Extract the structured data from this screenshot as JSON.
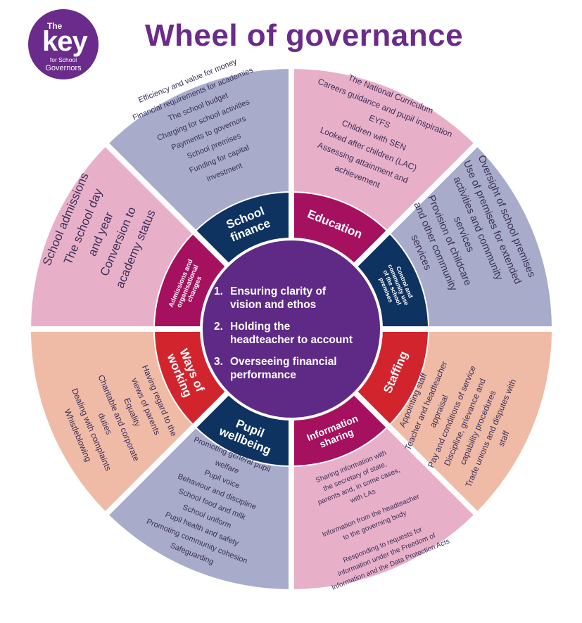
{
  "title": "Wheel of governance",
  "logo": {
    "the": "The",
    "key": "key",
    "line1": "for School",
    "line2": "Governors"
  },
  "center": {
    "items": [
      {
        "num": "1.",
        "lines": [
          "Ensuring clarity of",
          "vision and ethos"
        ]
      },
      {
        "num": "2.",
        "lines": [
          "Holding the",
          "headteacher to account"
        ]
      },
      {
        "num": "3.",
        "lines": [
          "Overseeing financial",
          "performance"
        ]
      }
    ]
  },
  "segments": [
    {
      "key": "school-finance",
      "label": [
        "School",
        "finance"
      ],
      "items": [
        "Efficiency and value for money",
        "Financial requirements for academies",
        "The school budget",
        "Charging for school activities",
        "Payments to governors",
        "School premises",
        "Funding for capital",
        "investment"
      ]
    },
    {
      "key": "education",
      "label": [
        "Education"
      ],
      "items": [
        "The National Curriculum",
        "Careers guidance and pupil inspiration",
        "EYFS",
        "Children with SEN",
        "Looked after children (LAC)",
        "Assessing attainment and",
        "achievement"
      ]
    },
    {
      "key": "control-community",
      "label": [
        "Control and",
        "community use",
        "of the school",
        "premises"
      ],
      "items": [
        "Oversight of school premises",
        "Use of premises for extended",
        "activities and community",
        "services",
        "Provision of childcare",
        "and other community",
        "services"
      ]
    },
    {
      "key": "staffing",
      "label": [
        "Staffing"
      ],
      "items": [
        "Appointing staff",
        "Teacher and headteacher",
        "appraisal",
        "Pay and conditions of service",
        "Discipline, grievance and",
        "capability procedures",
        "Trade unions and disputes with",
        "staff"
      ]
    },
    {
      "key": "information-sharing",
      "label": [
        "Information",
        "sharing"
      ],
      "items": [
        "Sharing information with",
        "the secretary of state,",
        "parents and, in some cases,",
        "with LAs",
        "",
        "Information from the headteacher",
        "to the governing body",
        "",
        "Responding to requests for",
        "information under the Freedom of",
        "Information and the Data Protection Acts"
      ]
    },
    {
      "key": "pupil-wellbeing",
      "label": [
        "Pupil",
        "wellbeing"
      ],
      "items": [
        "Promoting general pupil",
        "welfare",
        "Pupil voice",
        "Behaviour and discipline",
        "School food and milk",
        "School uniform",
        "Pupil health and safety",
        "Promoting community cohesion",
        "Safeguarding"
      ]
    },
    {
      "key": "ways-of-working",
      "label": [
        "Ways of",
        "working"
      ],
      "items": [
        "Having regard to the",
        "views of parents",
        "Equality",
        "Charitable and corporate",
        "duties",
        "Dealing with complaints",
        "Whistleblowing"
      ]
    },
    {
      "key": "admissions",
      "label": [
        "Admissions and",
        "organisational",
        "changes"
      ],
      "items": [
        "School admissions",
        "The school day",
        "and year",
        "Conversion to",
        "academy status"
      ]
    }
  ],
  "colors": {
    "brand": "#6a2b8a",
    "center": "#5e2a86",
    "navy": "#0e3360",
    "magenta": "#a5115f",
    "red": "#d2242d",
    "lavender": "#a8acca",
    "pink": "#e8b0c8",
    "peach": "#efbba6"
  }
}
